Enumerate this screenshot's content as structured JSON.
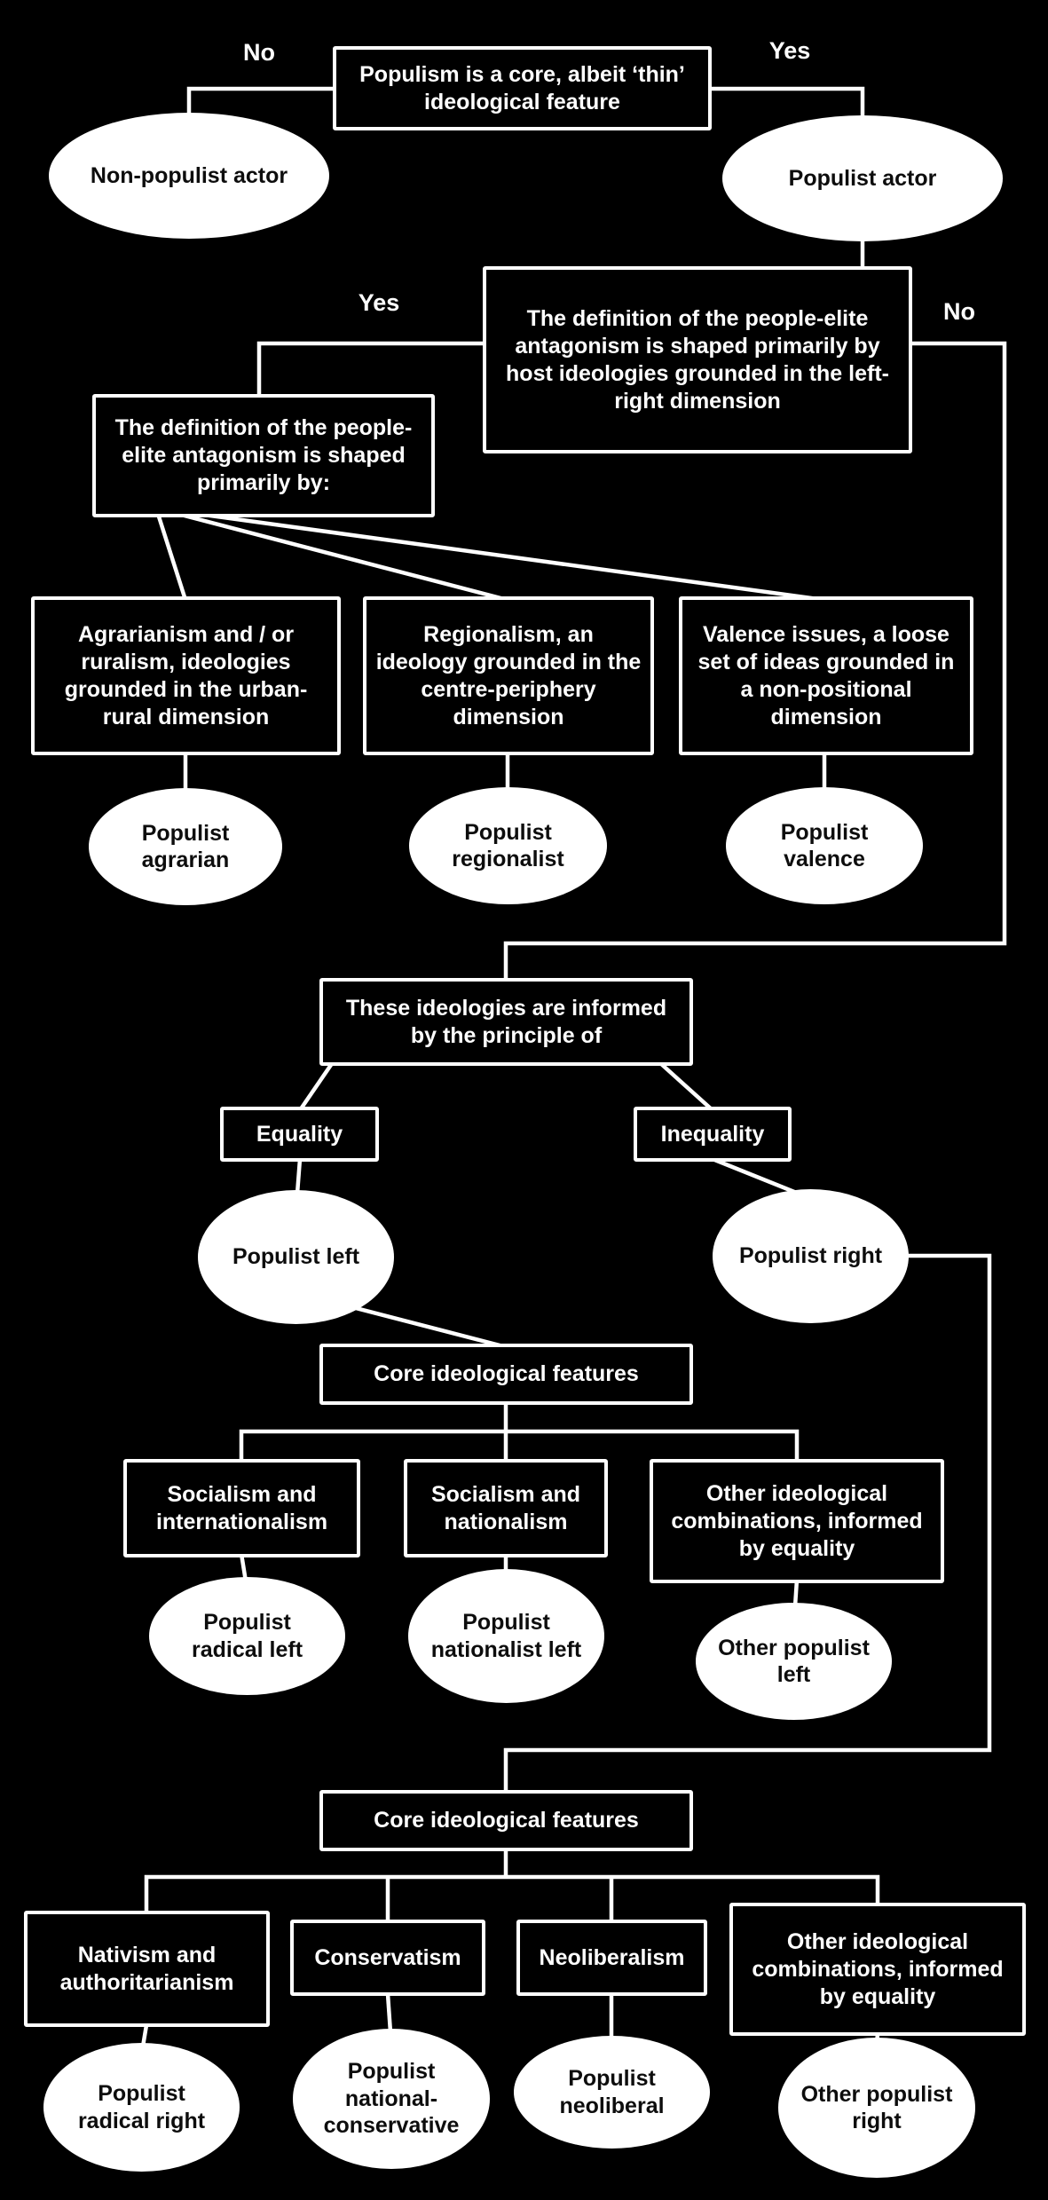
{
  "diagram": {
    "type": "flowchart",
    "topic": "Typology of populist actors",
    "colors": {
      "background": "#000000",
      "box_fill": "#000000",
      "box_border": "#ffffff",
      "box_text": "#ffffff",
      "ellipse_fill": "#ffffff",
      "ellipse_text": "#0d0d0d",
      "line": "#ffffff"
    },
    "edge_labels": {
      "no_top": "No",
      "yes_top": "Yes",
      "yes_mid": "Yes",
      "no_mid": "No"
    },
    "nodes": {
      "root": "Populism is a core, albeit ‘thin’ ideological feature",
      "non_populist_actor": "Non-populist actor",
      "populist_actor": "Populist actor",
      "definition_left_right": "The definition of the people-elite antagonism is shaped primarily by host ideologies grounded in the left-right dimension",
      "definition_shaped_by": "The definition of the people-elite antagonism is shaped primarily by:",
      "agrarianism": "Agrarianism and / or ruralism, ideologies grounded in the urban-rural dimension",
      "regionalism": "Regionalism, an ideology grounded in the centre-periphery dimension",
      "valence": "Valence issues, a loose set of ideas grounded in a non-positional dimension",
      "populist_agrarian": "Populist agrarian",
      "populist_regionalist": "Populist regionalist",
      "populist_valence": "Populist valence",
      "principle": "These ideologies are informed by the principle of",
      "equality": "Equality",
      "inequality": "Inequality",
      "populist_left": "Populist left",
      "populist_right": "Populist right",
      "core_features_left": "Core ideological features",
      "socialism_internationalism": "Socialism and internationalism",
      "socialism_nationalism": "Socialism and nationalism",
      "other_combinations_left": "Other ideological combinations, informed by equality",
      "populist_radical_left": "Populist radical left",
      "populist_nationalist_left": "Populist nationalist left",
      "other_populist_left": "Other populist left",
      "core_features_right": "Core ideological features",
      "nativism_authoritarianism": "Nativism and authoritarianism",
      "conservatism": "Conservatism",
      "neoliberalism": "Neoliberalism",
      "other_combinations_right": "Other ideological combinations, informed by equality",
      "populist_radical_right": "Populist radical right",
      "populist_national_conservative": "Populist national-conservative",
      "populist_neoliberal": "Populist neoliberal",
      "other_populist_right": "Other populist right"
    }
  }
}
